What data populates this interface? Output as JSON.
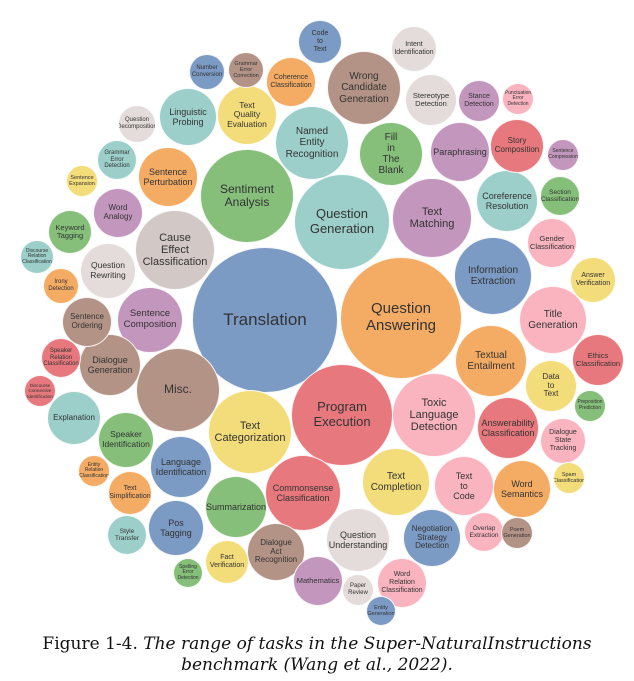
{
  "palette": {
    "blue": "#7b9ac4",
    "teal": "#9ccfc9",
    "green": "#85bf7a",
    "orange": "#f4ab64",
    "red": "#e7787d",
    "pink": "#f9b4c0",
    "yellow": "#f3dc7a",
    "purple": "#c396bd",
    "brown": "#b39386",
    "grey": "#d2c8c5",
    "light": "#e3dcda"
  },
  "bubbles": [
    {
      "key": "translation",
      "label": "Translation",
      "color": "blue"
    },
    {
      "key": "question-answering",
      "label": "Question\nAnswering",
      "color": "orange"
    },
    {
      "key": "program-execution",
      "label": "Program\nExecution",
      "color": "red"
    },
    {
      "key": "question-generation",
      "label": "Question\nGeneration",
      "color": "teal"
    },
    {
      "key": "sentiment-analysis",
      "label": "Sentiment\nAnalysis",
      "color": "green"
    },
    {
      "key": "text-categorization",
      "label": "Text\nCategorization",
      "color": "yellow"
    },
    {
      "key": "misc",
      "label": "Misc.",
      "color": "brown"
    },
    {
      "key": "toxic-language-detection",
      "label": "Toxic\nLanguage\nDetection",
      "color": "pink"
    },
    {
      "key": "cause-effect-classification",
      "label": "Cause\nEffect\nClassification",
      "color": "grey"
    },
    {
      "key": "text-matching",
      "label": "Text\nMatching",
      "color": "purple"
    },
    {
      "key": "information-extraction",
      "label": "Information\nExtraction",
      "color": "blue"
    },
    {
      "key": "commonsense-classification",
      "label": "Commonsense\nClassification",
      "color": "red"
    },
    {
      "key": "named-entity-recognition",
      "label": "Named\nEntity\nRecognition",
      "color": "teal"
    },
    {
      "key": "textual-entailment",
      "label": "Textual\nEntailment",
      "color": "orange"
    },
    {
      "key": "title-generation",
      "label": "Title\nGeneration",
      "color": "pink"
    },
    {
      "key": "wrong-candidate-generation",
      "label": "Wrong\nCandidate\nGeneration",
      "color": "brown"
    },
    {
      "key": "sentence-composition",
      "label": "Sentence\nComposition",
      "color": "purple"
    },
    {
      "key": "text-completion",
      "label": "Text\nCompletion",
      "color": "yellow"
    },
    {
      "key": "question-understanding",
      "label": "Question\nUnderstanding",
      "color": "light"
    },
    {
      "key": "answerability-classification",
      "label": "Answerability\nClassification",
      "color": "red"
    },
    {
      "key": "fill-in-the-blank",
      "label": "Fill\nin\nThe\nBlank",
      "color": "green"
    },
    {
      "key": "coreference-resolution",
      "label": "Coreference\nResolution",
      "color": "teal"
    },
    {
      "key": "dialogue-generation",
      "label": "Dialogue\nGeneration",
      "color": "brown"
    },
    {
      "key": "language-identification",
      "label": "Language\nIdentification",
      "color": "blue"
    },
    {
      "key": "summarization",
      "label": "Summarization",
      "color": "green"
    },
    {
      "key": "text-to-code",
      "label": "Text\nto\nCode",
      "color": "pink"
    },
    {
      "key": "paraphrasing",
      "label": "Paraphrasing",
      "color": "purple"
    },
    {
      "key": "negotiation-strategy-detection",
      "label": "Negotiation\nStrategy\nDetection",
      "color": "blue"
    },
    {
      "key": "word-semantics",
      "label": "Word\nSemantics",
      "color": "orange"
    },
    {
      "key": "sentence-perturbation",
      "label": "Sentence\nPerturbation",
      "color": "orange"
    },
    {
      "key": "dialogue-act-recognition",
      "label": "Dialogue\nAct\nRecognition",
      "color": "brown"
    },
    {
      "key": "text-quality-evaluation",
      "label": "Text\nQuality\nEvaluation",
      "color": "yellow"
    },
    {
      "key": "linguistic-probing",
      "label": "Linguistic\nProbing",
      "color": "teal"
    },
    {
      "key": "question-rewriting",
      "label": "Question\nRewriting",
      "color": "light"
    },
    {
      "key": "speaker-identification",
      "label": "Speaker\nIdentification",
      "color": "green"
    },
    {
      "key": "pos-tagging",
      "label": "Pos\nTagging",
      "color": "blue"
    },
    {
      "key": "explanation",
      "label": "Explanation",
      "color": "teal"
    },
    {
      "key": "story-composition",
      "label": "Story\nComposition",
      "color": "red"
    },
    {
      "key": "stereotype-detection",
      "label": "Stereotype\nDetection",
      "color": "light"
    },
    {
      "key": "data-to-text",
      "label": "Data\nto\nText",
      "color": "yellow"
    },
    {
      "key": "ethics-classification",
      "label": "Ethics\nClassification",
      "color": "red"
    },
    {
      "key": "gender-classification",
      "label": "Gender\nClassification",
      "color": "pink"
    },
    {
      "key": "word-analogy",
      "label": "Word\nAnalogy",
      "color": "purple"
    },
    {
      "key": "sentence-ordering",
      "label": "Sentence\nOrdering",
      "color": "brown"
    },
    {
      "key": "coherence-classification",
      "label": "Coherence\nClassification",
      "color": "orange"
    },
    {
      "key": "mathematics",
      "label": "Mathematics",
      "color": "purple"
    },
    {
      "key": "word-relation-classification",
      "label": "Word\nRelation\nClassification",
      "color": "pink"
    },
    {
      "key": "dialogue-state-tracking",
      "label": "Dialogue\nState\nTracking",
      "color": "pink"
    },
    {
      "key": "intent-identification",
      "label": "Intent\nIdentification",
      "color": "light"
    },
    {
      "key": "keyword-tagging",
      "label": "Keyword\nTagging",
      "color": "green"
    },
    {
      "key": "fact-verification",
      "label": "Fact\nVerification",
      "color": "yellow"
    },
    {
      "key": "answer-verification",
      "label": "Answer\nVerification",
      "color": "yellow"
    },
    {
      "key": "code-to-text",
      "label": "Code\nto\nText",
      "color": "blue"
    },
    {
      "key": "section-classification",
      "label": "Section\nClassification",
      "color": "green"
    },
    {
      "key": "stance-detection",
      "label": "Stance\nDetection",
      "color": "purple"
    },
    {
      "key": "text-simplification",
      "label": "Text\nSimplification",
      "color": "orange"
    },
    {
      "key": "speaker-relation-classification",
      "label": "Speaker\nRelation\nClassification",
      "color": "red"
    },
    {
      "key": "overlap-extraction",
      "label": "Overlap\nExtraction",
      "color": "pink"
    },
    {
      "key": "style-transfer",
      "label": "Style\nTransfer",
      "color": "teal"
    },
    {
      "key": "grammar-error-detection",
      "label": "Grammar\nError\nDetection",
      "color": "teal"
    },
    {
      "key": "irony-detection",
      "label": "Irony\nDetection",
      "color": "orange"
    },
    {
      "key": "question-decomposition",
      "label": "Question\nDecomposition",
      "color": "light"
    },
    {
      "key": "number-conversion",
      "label": "Number\nConversion",
      "color": "blue"
    },
    {
      "key": "grammar-error-correction",
      "label": "Grammar\nError\nCorrection",
      "color": "brown"
    },
    {
      "key": "discourse-relation-classification",
      "label": "Discourse\nRelation\nClassification",
      "color": "teal"
    },
    {
      "key": "paper-review",
      "label": "Paper\nReview",
      "color": "light"
    },
    {
      "key": "poem-generation",
      "label": "Poem\nGeneration",
      "color": "brown"
    },
    {
      "key": "entity-generation",
      "label": "Entity\nGeneration",
      "color": "blue"
    },
    {
      "key": "punctuation-error-detection",
      "label": "Punctuation\nError\nDetection",
      "color": "pink"
    },
    {
      "key": "sentence-compression",
      "label": "Sentence\nCompression",
      "color": "purple"
    },
    {
      "key": "preposition-prediction",
      "label": "Preposition\nPrediction",
      "color": "green"
    },
    {
      "key": "discourse-connective-identification",
      "label": "Discourse\nConnective\nIdentification",
      "color": "red"
    },
    {
      "key": "sentence-expansion",
      "label": "Sentence\nExpansion",
      "color": "yellow"
    },
    {
      "key": "entity-relation-classification",
      "label": "Entity\nRelation\nClassification",
      "color": "orange"
    },
    {
      "key": "spelling-error-detection",
      "label": "Spelling\nError\nDetection",
      "color": "green"
    },
    {
      "key": "spam-classification",
      "label": "Spam\nClassification",
      "color": "yellow"
    }
  ],
  "caption": {
    "prefix": "Figure 1-4. ",
    "line1": "The range of tasks in the Super-NaturalInstructions",
    "line2": "benchmark (Wang et al., 2022)."
  }
}
